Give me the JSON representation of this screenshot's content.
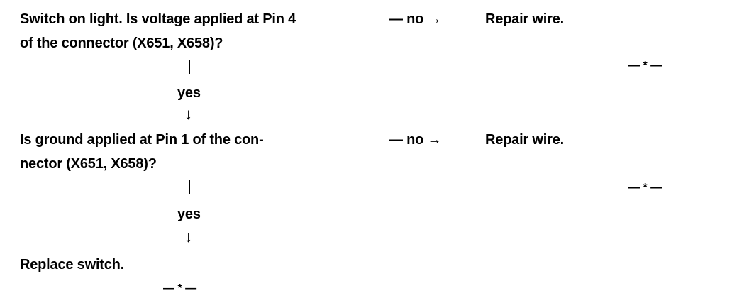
{
  "steps": [
    {
      "question_line1": "Switch on light. Is voltage applied at Pin 4",
      "question_line2": "of the connector (X651, X658)?",
      "no_branch": "— no →",
      "no_action": "Repair wire.",
      "end_marker": "— * —",
      "yes_label": "yes",
      "arrow": "↓"
    },
    {
      "question_line1": "Is ground applied at Pin 1 of the con-",
      "question_line2": "nector (X651, X658)?",
      "no_branch": "— no →",
      "no_action": "Repair wire.",
      "end_marker": "— * —",
      "yes_label": "yes",
      "arrow": "↓"
    }
  ],
  "final": {
    "action": "Replace switch.",
    "end_marker": "— * —"
  }
}
